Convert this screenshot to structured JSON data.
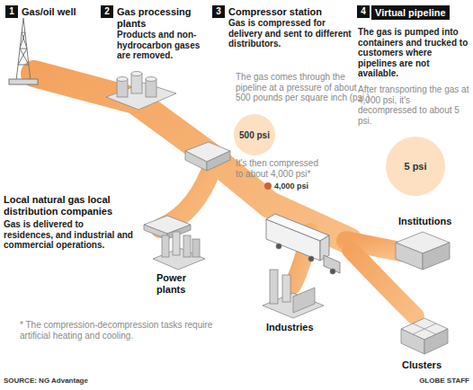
{
  "diagram": {
    "nodes": [
      {
        "text": [
          "Virtual pipeline"
        ]
      },
      {
        "text": [
          "500 psi"
        ]
      },
      {
        "text": [
          "5 psi"
        ]
      }
    ],
    "labels": [
      "1",
      "Gas/oil well",
      "2",
      "Gas processing plants",
      "Products and non-hydrocarbon gases are removed.",
      "3",
      "Compressor station",
      "Gas is compressed for delivery and sent to different distributors.",
      "The gas comes through the pipeline at a pressure of about 500 pounds per square inch (psi.)",
      "It's then compressed to about 4,000 psi*",
      "4,000 psi",
      "4",
      "The gas is pumped into containers and trucked to customers where pipelines are not available.",
      "After transporting the gas at 4,000 psi, it's decompressed to about 5 psi.",
      "Local natural gas local distribution companies",
      "Gas is delivered to residences, and industrial and commercial operations.",
      "Power plants",
      "Industries",
      "Institutions",
      "Clusters",
      "* The compression-decompression tasks require artificial heating and cooling.",
      "SOURCE: NG Advantage",
      "GLOBE STAFF"
    ]
  }
}
